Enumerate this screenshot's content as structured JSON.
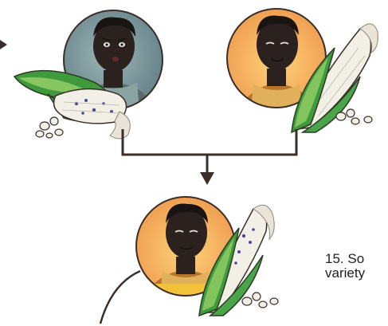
{
  "caption": {
    "line1": "15. So",
    "line2": "variety"
  },
  "panels": [
    {
      "id": "parent-left",
      "mood": "worried",
      "background": "#7f9aa0"
    },
    {
      "id": "parent-right",
      "mood": "content",
      "background": "#f0a85a"
    },
    {
      "id": "offspring",
      "mood": "content",
      "background": "#f0a85a"
    }
  ],
  "colors": {
    "outline": "#3a2e28",
    "skin": "#2b2220",
    "husk_green": "#3f9a3c",
    "husk_light": "#9bd16a",
    "kernel": "#f2efe6",
    "kernel_purple": "#4b4a9a",
    "connector": "#3a2e28"
  },
  "icons": [
    "corn-cob-icon",
    "arrow-down-icon"
  ]
}
